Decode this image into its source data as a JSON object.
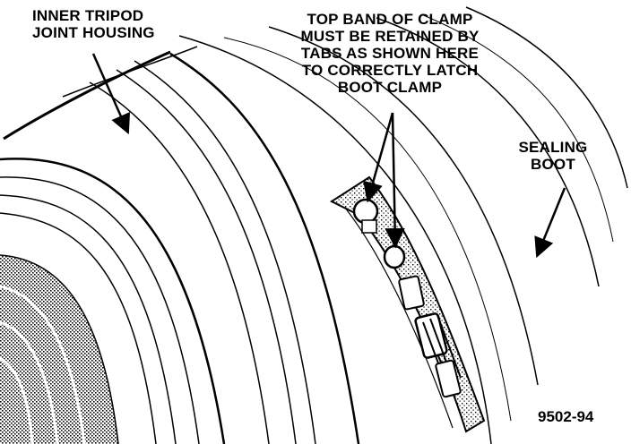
{
  "callouts": {
    "housing": [
      "INNER TRIPOD",
      "JOINT HOUSING"
    ],
    "clamp": [
      "TOP BAND OF CLAMP",
      "MUST BE RETAINED BY",
      "TABS AS SHOWN HERE",
      "TO CORRECTLY LATCH",
      "BOOT CLAMP"
    ],
    "boot": [
      "SEALING",
      "BOOT"
    ]
  },
  "figure_id": "9502-94",
  "colors": {
    "ink": "#000000",
    "paper": "#ffffff"
  }
}
